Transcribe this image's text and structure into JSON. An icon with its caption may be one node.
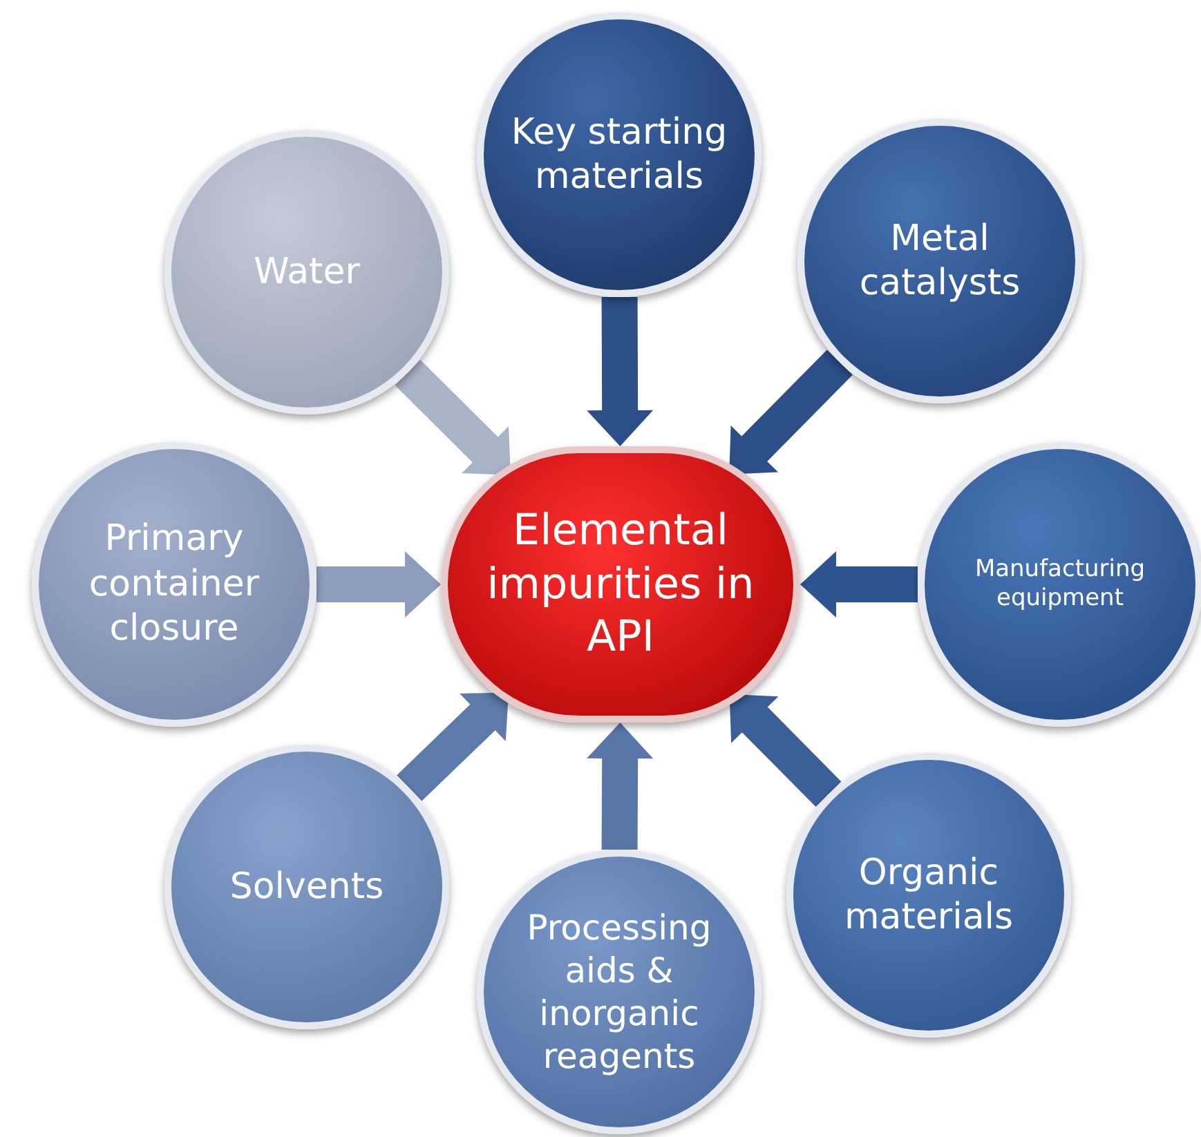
{
  "diagram": {
    "nodes": [
      {
        "text": [
          "Key starting materials"
        ]
      },
      {
        "text": [
          "Water"
        ]
      },
      {
        "text": [
          "Metal catalysts"
        ]
      },
      {
        "text": [
          "Primary container closure"
        ]
      },
      {
        "text": [
          "Elemental impurities in API"
        ]
      },
      {
        "text": [
          "Manufacturing equipment"
        ]
      },
      {
        "text": [
          "Solvents"
        ]
      },
      {
        "text": [
          "Organic materials"
        ]
      },
      {
        "text": [
          "Processing aids & inorganic reagents"
        ]
      }
    ],
    "edges": [
      {
        "from": 0,
        "to": 4,
        "arrow": "to",
        "color": "#2c4f88"
      },
      {
        "from": 2,
        "to": 4,
        "arrow": "to",
        "color": "#2c4f88"
      },
      {
        "from": 5,
        "to": 4,
        "arrow": "to",
        "color": "#2f5590"
      },
      {
        "from": 7,
        "to": 4,
        "arrow": "to",
        "color": "#3b6098"
      },
      {
        "from": 8,
        "to": 4,
        "arrow": "to",
        "color": "#5877a8"
      },
      {
        "from": 6,
        "to": 4,
        "arrow": "to",
        "color": "#5d7aaa"
      },
      {
        "from": 3,
        "to": 4,
        "arrow": "to",
        "color": "#8c9dbd"
      },
      {
        "from": 1,
        "to": 4,
        "arrow": "to",
        "color": "#a9b3c7"
      }
    ]
  }
}
